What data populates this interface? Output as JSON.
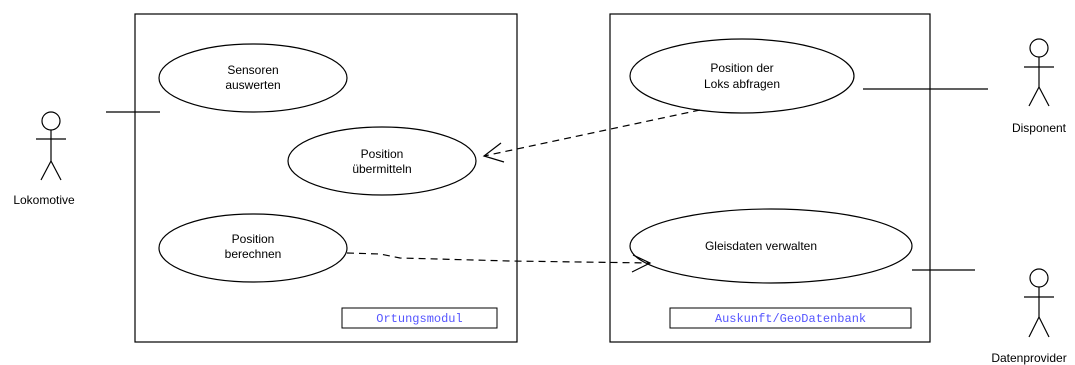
{
  "colors": {
    "background": "#ffffff",
    "stroke": "#000000",
    "system_label": "#5555ff"
  },
  "systems": {
    "ortung": {
      "name": "Ortungsmodul"
    },
    "auskunft": {
      "name": "Auskunft/GeoDatenbank"
    }
  },
  "actors": {
    "lokomotive": {
      "name": "Lokomotive",
      "icon": "stick-figure-icon"
    },
    "disponent": {
      "name": "Disponent",
      "icon": "stick-figure-icon"
    },
    "datenprovider": {
      "name": "Datenprovider",
      "icon": "stick-figure-icon"
    }
  },
  "use_cases": {
    "sensoren": {
      "line1": "Sensoren",
      "line2": "auswerten"
    },
    "uebermitteln": {
      "line1": "Position",
      "line2": "übermitteln"
    },
    "berechnen": {
      "line1": "Position",
      "line2": "berechnen"
    },
    "abfragen": {
      "line1": "Position der",
      "line2": "Loks abfragen"
    },
    "gleisdaten": {
      "line1": "Gleisdaten verwalten"
    }
  },
  "relationships": [
    {
      "from": "abfragen",
      "to": "uebermitteln",
      "style": "dashed",
      "arrow": "open"
    },
    {
      "from": "berechnen",
      "to": "gleisdaten",
      "style": "dashed",
      "arrow": "open"
    },
    {
      "from": "lokomotive",
      "to": "ortung",
      "style": "solid"
    },
    {
      "from": "disponent",
      "to": "abfragen",
      "style": "solid"
    },
    {
      "from": "datenprovider",
      "to": "gleisdaten",
      "style": "solid"
    }
  ]
}
